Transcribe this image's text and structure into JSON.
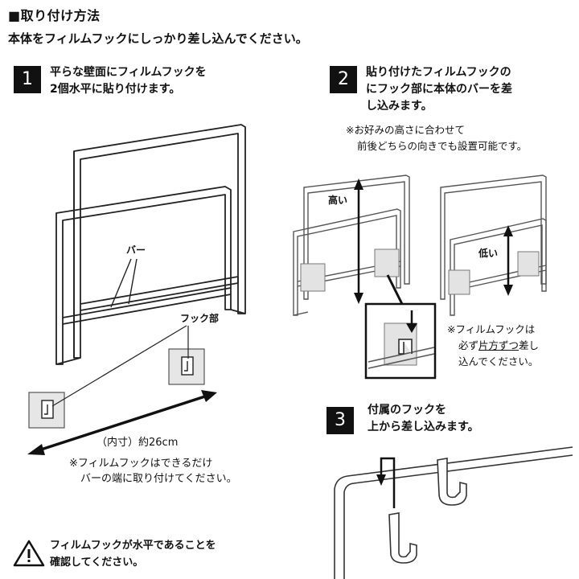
{
  "header": {
    "title": "■取り付け方法",
    "subtitle": "本体をフィルムフックにしっかり差し込んでください。"
  },
  "step1": {
    "number": "1",
    "text_line1": "平らな壁面にフィルムフックを",
    "text_line2": "2個水平に貼り付けます。",
    "label_bar": "バー",
    "label_hook": "フック部",
    "dimension": "（内寸）約26cm",
    "note_line1": "※フィルムフックはできるだけ",
    "note_line2": "バーの端に取り付けてください。"
  },
  "step2": {
    "number": "2",
    "text_line1": "貼り付けたフィルムフックの",
    "text_line2": "にフック部に本体のバーを差",
    "text_line3": "し込みます。",
    "note_line1": "※お好みの高さに合わせて",
    "note_line2": "前後どちらの向きでも設置可能です。",
    "label_high": "高い",
    "label_low": "低い",
    "hook_note_line1": "※フィルムフックは",
    "hook_note_line2_pre": "必ず",
    "hook_note_line2_underlined": "片方ずつ",
    "hook_note_line2_post": "差し",
    "hook_note_line3": "込んでください。"
  },
  "step3": {
    "number": "3",
    "text_line1": "付属のフックを",
    "text_line2": "上から差し込みます。"
  },
  "warning": {
    "icon": "warning-icon",
    "line1": "フィルムフックが水平であることを",
    "line2": "確認してください。"
  }
}
